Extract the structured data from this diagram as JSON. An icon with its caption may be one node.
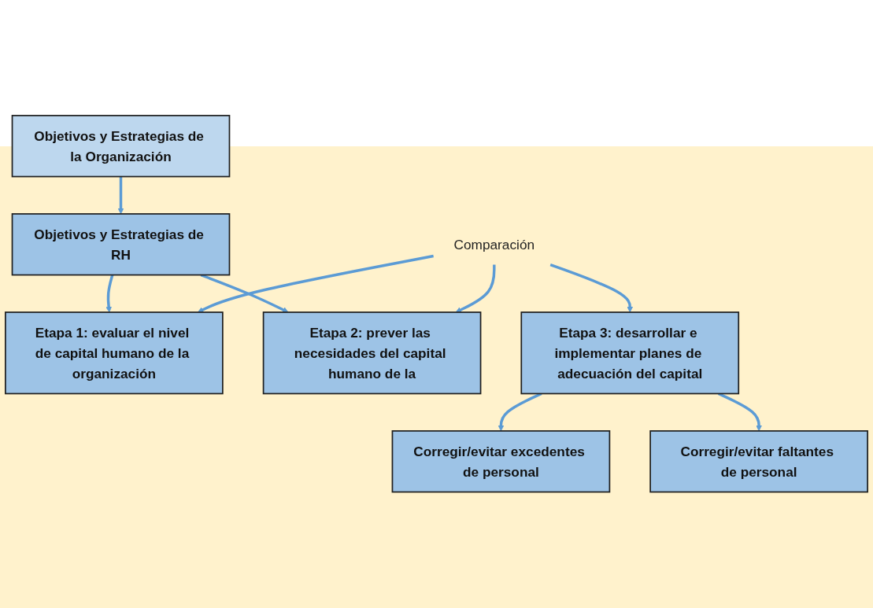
{
  "diagram": {
    "nodes": [
      {
        "text": [
          "Objetivos y Estrategias de la Organización"
        ]
      },
      {
        "text": [
          "Objetivos y Estrategias de RH"
        ]
      },
      {
        "text": [
          "Etapa 1: evaluar el nivel de capital humano de la organización"
        ]
      },
      {
        "text": [
          "Comparación"
        ]
      },
      {
        "text": [
          "Etapa 2: prever las necesidades del capital humano de la"
        ]
      },
      {
        "text": [
          "Etapa 3: desarrollar e implementar planes de adecuación del capital"
        ]
      },
      {
        "text": [
          "Corregir/evitar excedentes de personal"
        ]
      },
      {
        "text": [
          "Corregir/evitar faltantes de personal"
        ]
      }
    ],
    "edges": [
      {
        "from": 0,
        "to": 1,
        "arrow": "to"
      },
      {
        "from": 1,
        "to": 2,
        "arrow": "to"
      },
      {
        "from": 1,
        "to": 4,
        "arrow": "to"
      },
      {
        "from": 3,
        "to": 2,
        "arrow": "to"
      },
      {
        "from": 3,
        "to": 4,
        "arrow": "to"
      },
      {
        "from": 3,
        "to": 5,
        "arrow": "to"
      },
      {
        "from": 5,
        "to": 6,
        "arrow": "to"
      },
      {
        "from": 5,
        "to": 7,
        "arrow": "to"
      }
    ]
  }
}
